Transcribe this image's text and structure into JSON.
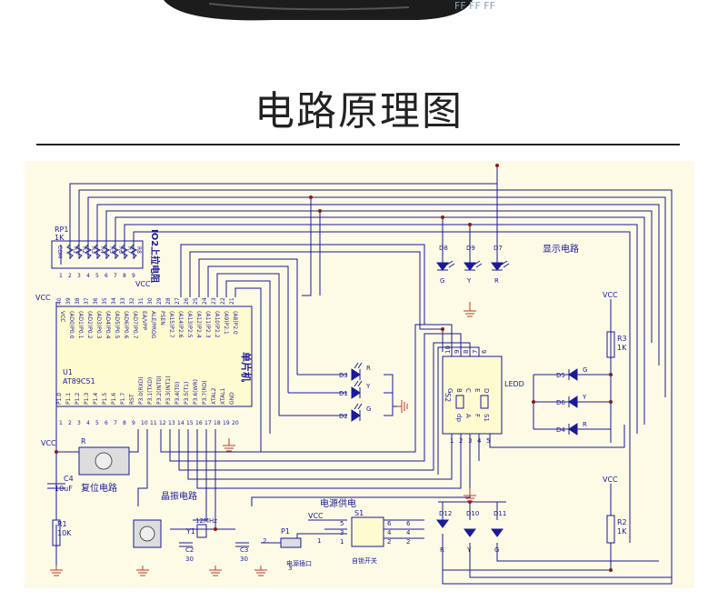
{
  "page": {
    "title": "电路原理图",
    "top_fragment": "FF FF FF"
  },
  "sections": {
    "display": "显示电路",
    "pullup": "IO2上拉电阻",
    "mcu": "单片机",
    "reset": "复位电路",
    "crystal": "晶振电路",
    "power": "电源供电",
    "power_socket": "电源插口",
    "self_lock": "自锁开关"
  },
  "mcu": {
    "ref": "U1",
    "part": "AT89C51",
    "left_pins": [
      "VCC",
      "(AD0)P0.0",
      "(AD1)P0.1",
      "(AD2)P0.2",
      "(AD3)P0.3",
      "(AD4)P0.4",
      "(AD5)P0.5",
      "(AD6)P0.6",
      "(AD7)P0.7",
      "EA/VPP",
      "ALE/PROG",
      "PSEN",
      "(A15)P2.7",
      "(A14)P2.6",
      "(A13)P2.5",
      "(A12)P2.4",
      "(A11)P2.3",
      "(A10)P2.2",
      "(A9)P2.1",
      "(A8)P2.0"
    ],
    "bottom_pins": [
      "P1.0",
      "P1.1",
      "P1.2",
      "P1.3",
      "P1.4",
      "P1.5",
      "P1.6",
      "P1.7",
      "RST",
      "P3.0(RXD)",
      "P3.1(TXD)",
      "P3.2(INT0)",
      "P3.3(INT1)",
      "P3.4(T0)",
      "P3.5(T1)",
      "P3.6(WR)",
      "P3.7(RD)",
      "XTAL2",
      "XTAL1",
      "GND"
    ],
    "top_nums": [
      "40",
      "39",
      "38",
      "37",
      "36",
      "35",
      "34",
      "33",
      "32",
      "31",
      "30",
      "29",
      "28",
      "27",
      "26",
      "25",
      "24",
      "23",
      "22",
      "21"
    ],
    "bottom_nums": [
      "1",
      "2",
      "3",
      "4",
      "5",
      "6",
      "7",
      "8",
      "9",
      "10",
      "11",
      "12",
      "13",
      "14",
      "15",
      "16",
      "17",
      "18",
      "19",
      "20"
    ]
  },
  "rp1": {
    "ref": "RP1",
    "value": "1K",
    "com": "COM",
    "resistors": [
      "R1",
      "R2",
      "R3",
      "R4",
      "R5",
      "R6",
      "R7",
      "R8"
    ],
    "pins": [
      "1",
      "2",
      "3",
      "4",
      "5",
      "6",
      "7",
      "8",
      "9"
    ]
  },
  "labels": {
    "vcc": "VCC",
    "c4": "C4",
    "c4_value": "10uF",
    "r1": "R1",
    "r1_value": "10K",
    "r2": "R2",
    "r2_value": "1K",
    "r3": "R3",
    "r3_value": "1K",
    "y1": "Y1",
    "y1_value": "12MHz",
    "c2": "C2",
    "c2_value": "30",
    "c3": "C3",
    "c3_value": "30",
    "p1": "P1",
    "s1": "S1",
    "s2": "S2",
    "ledd": "LEDD",
    "reset_r": "R"
  },
  "leds": {
    "top": [
      {
        "ref": "D8",
        "color": "G"
      },
      {
        "ref": "D9",
        "color": "Y"
      },
      {
        "ref": "D7",
        "color": "R"
      }
    ],
    "mid": [
      {
        "ref": "D3",
        "color": "R"
      },
      {
        "ref": "D1",
        "color": "Y"
      },
      {
        "ref": "D2",
        "color": "G"
      }
    ],
    "right": [
      {
        "ref": "D5",
        "color": "G"
      },
      {
        "ref": "D6",
        "color": "Y"
      },
      {
        "ref": "D4",
        "color": "R"
      }
    ],
    "bottom": [
      {
        "ref": "D12",
        "color": "R"
      },
      {
        "ref": "D10",
        "color": "Y"
      },
      {
        "ref": "D11",
        "color": "G"
      }
    ]
  },
  "digit_pins": {
    "top": [
      "10",
      "9",
      "8",
      "7",
      "6"
    ],
    "bottom": [
      "1",
      "2",
      "3",
      "4",
      "5"
    ],
    "letters": [
      "G",
      "B",
      "C",
      "E",
      "D"
    ],
    "letters2": [
      "dp",
      "A",
      "F",
      "S1"
    ]
  },
  "switch_pins": {
    "left": [
      "5",
      "3",
      "1"
    ],
    "right": [
      "6",
      "4",
      "2"
    ],
    "p1_pins": [
      "2",
      "1",
      "3"
    ],
    "outer": [
      "6",
      "4",
      "2"
    ]
  },
  "colors": {
    "wire": "#1a1a9a",
    "panel": "#fdfbe6",
    "junction": "#8b1a1a",
    "ground": "#c0392b"
  }
}
